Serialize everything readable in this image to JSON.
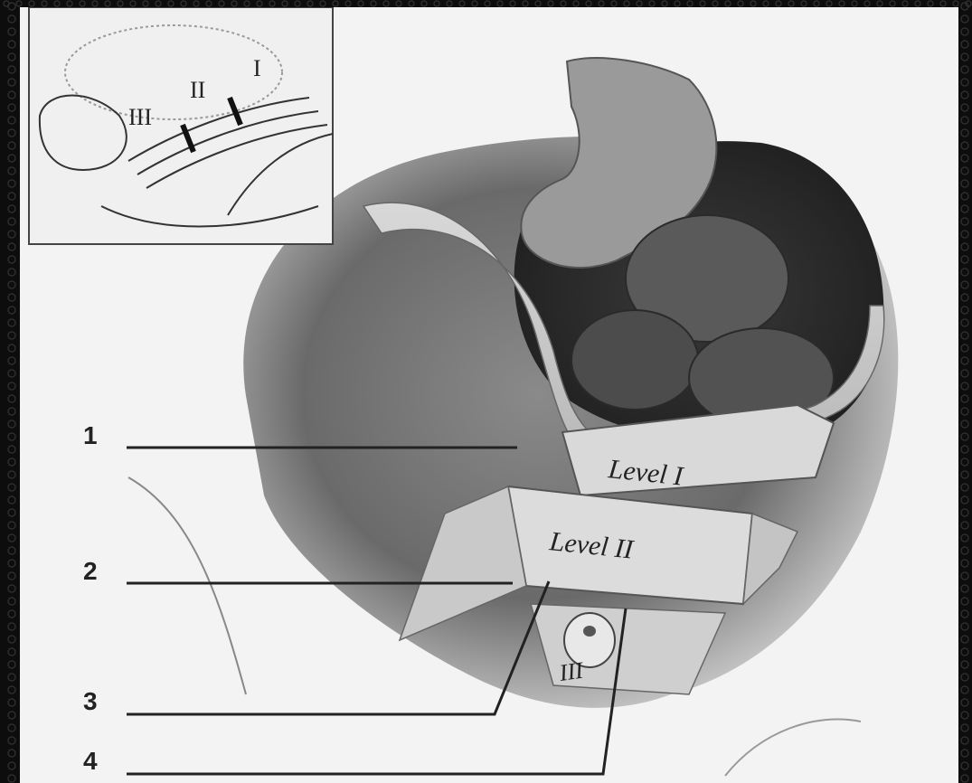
{
  "inset": {
    "labels": [
      "I",
      "II",
      "III"
    ]
  },
  "levels": {
    "level1": "Level I",
    "level2": "Level II",
    "level3": "III"
  },
  "callouts": [
    "1",
    "2",
    "3",
    "4"
  ]
}
